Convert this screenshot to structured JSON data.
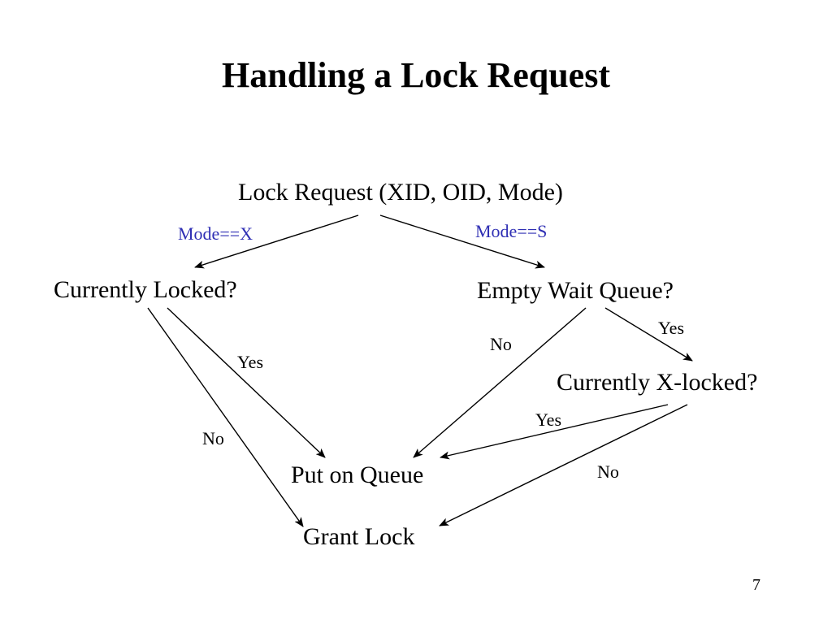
{
  "slide": {
    "title": "Handling a Lock Request",
    "page_number": "7"
  },
  "colors": {
    "text": "#000000",
    "mode_label": "#2f2fb4",
    "arrow": "#000000",
    "background": "#ffffff"
  },
  "nodes": {
    "lock_request": "Lock Request (XID, OID, Mode)",
    "currently_locked": "Currently Locked?",
    "empty_wait_queue": "Empty Wait Queue?",
    "currently_x_locked": "Currently X-locked?",
    "put_on_queue": "Put on Queue",
    "grant_lock": "Grant Lock"
  },
  "edge_labels": {
    "mode_x": "Mode==X",
    "mode_s": "Mode==S",
    "locked_yes": "Yes",
    "locked_no": "No",
    "queue_no": "No",
    "queue_yes": "Yes",
    "xlocked_yes": "Yes",
    "xlocked_no": "No"
  }
}
